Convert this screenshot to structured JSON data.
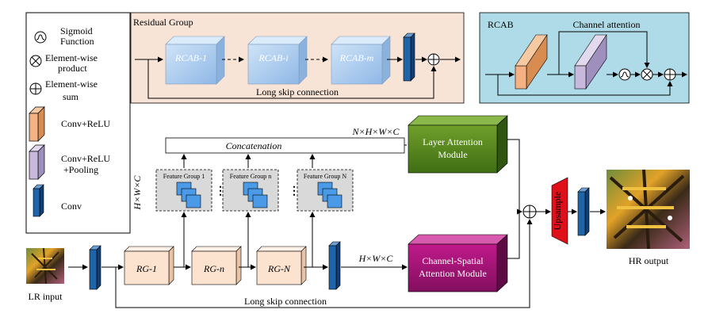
{
  "legend": {
    "sigmoid_label": "Sigmoid Function",
    "product_label": "Element-wise product",
    "sum_label": "Element-wise sum",
    "conv_relu_label": "Conv+ReLU",
    "conv_relu_pool_label": "Conv+ReLU +Pooling",
    "conv_label": "Conv"
  },
  "residual_group": {
    "title": "Residual Group",
    "blocks": [
      "RCAB-1",
      "RCAB-i",
      "RCAB-m"
    ],
    "skip_label": "Long skip connection"
  },
  "rcab": {
    "title": "RCAB",
    "channel_attention_label": "Channel attention"
  },
  "main": {
    "concat_label": "Concatenation",
    "concat_dims": "N×H×W×C",
    "feature_dims": "H×W×C",
    "feature_groups": [
      "Feature Group 1",
      "Feature Group n",
      "Feature Group N"
    ],
    "layer_attention": "Layer Attention Module",
    "rg_blocks": [
      "RG-1",
      "RG-n",
      "RG-N"
    ],
    "csam_dims": "H×W×C",
    "csam": "Channel-Spatial Attention Module",
    "upsample": "Upsample",
    "lr_label": "LR input",
    "hr_label": "HR output",
    "skip_label": "Long skip connection"
  },
  "colors": {
    "residual_bg": "#f8e4d6",
    "rcab_bg": "#aedbe7",
    "rcab_block": "#b5d4f4",
    "conv_blue": "#1f63a8",
    "conv_orange": "#f4b183",
    "conv_purple": "#c8b8dc",
    "rg_block": "#fbe3cf",
    "layer_attention": "#5a8a1e",
    "csam": "#a01877",
    "upsample": "#e0101a",
    "feature_group_bg": "#d9d9d9",
    "feature_cube": "#4a9ae8"
  }
}
